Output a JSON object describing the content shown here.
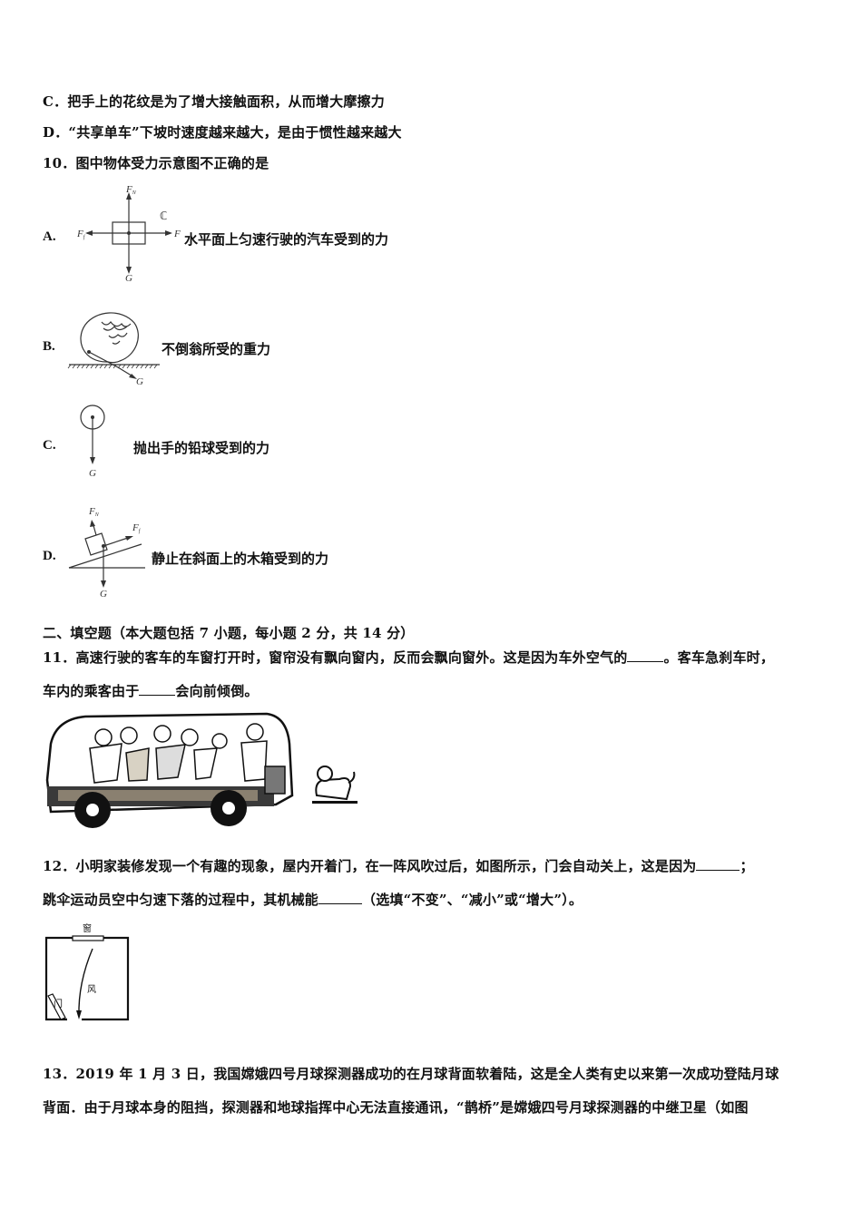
{
  "q9_options": {
    "C": {
      "label": "C．",
      "text": "把手上的花纹是为了增大接触面积，从而增大摩擦力"
    },
    "D": {
      "label": "D．",
      "text": "“共享单车”下坡时速度越来越大，是由于惯性越来越大"
    }
  },
  "q10": {
    "stem": "10．图中物体受力示意图不正确的是",
    "options": [
      {
        "label": "A.",
        "text": "水平面上匀速行驶的汽车受到的力",
        "forces": [
          "F_N",
          "F_f",
          "F",
          "G"
        ]
      },
      {
        "label": "B.",
        "text": "不倒翁所受的重力",
        "forces": [
          "G"
        ]
      },
      {
        "label": "C.",
        "text": "抛出手的铅球受到的力",
        "forces": [
          "G"
        ]
      },
      {
        "label": "D.",
        "text": "静止在斜面上的木箱受到的力",
        "forces": [
          "F_N",
          "F_f",
          "G"
        ]
      }
    ]
  },
  "section2": {
    "heading": "二、填空题（本大题包括 7 小题，每小题 2 分，共 14 分）"
  },
  "q11": {
    "line1_a": "11．高速行驶的客车的车窗打开时，窗帘没有飘向窗内，反而会飘向窗外。这是因为车外空气的",
    "line1_b": "。客车急刹车时，",
    "line2_a": "车内的乘客由于",
    "line2_b": "会向前倾倒。",
    "figure": "bus-braking-passengers-lean-forward"
  },
  "q12": {
    "line1_a": "12．小明家装修发现一个有趣的现象，屋内开着门，在一阵风吹过后，如图所示，门会自动关上，这是因为",
    "line1_b": "；",
    "line2_a": "跳伞运动员空中匀速下落的过程中，其机械能",
    "line2_b": "（选填“不变”、“减小”或“增大”）。",
    "figure_labels": {
      "window": "窗",
      "wind": "风",
      "door": "门"
    }
  },
  "q13": {
    "line1": "13．2019 年 1 月 3 日，我国嫦娥四号月球探测器成功的在月球背面软着陆，这是全人类有史以来第一次成功登陆月球",
    "line2": "背面．由于月球本身的阻挡，探测器和地球指挥中心无法直接通讯，“鹊桥”是嫦娥四号月球探测器的中继卫星（如图"
  },
  "force_labels": {
    "FN": "F",
    "FN_sub": "N",
    "Ff": "F",
    "Ff_sub": "f",
    "F": "F",
    "G": "G"
  }
}
